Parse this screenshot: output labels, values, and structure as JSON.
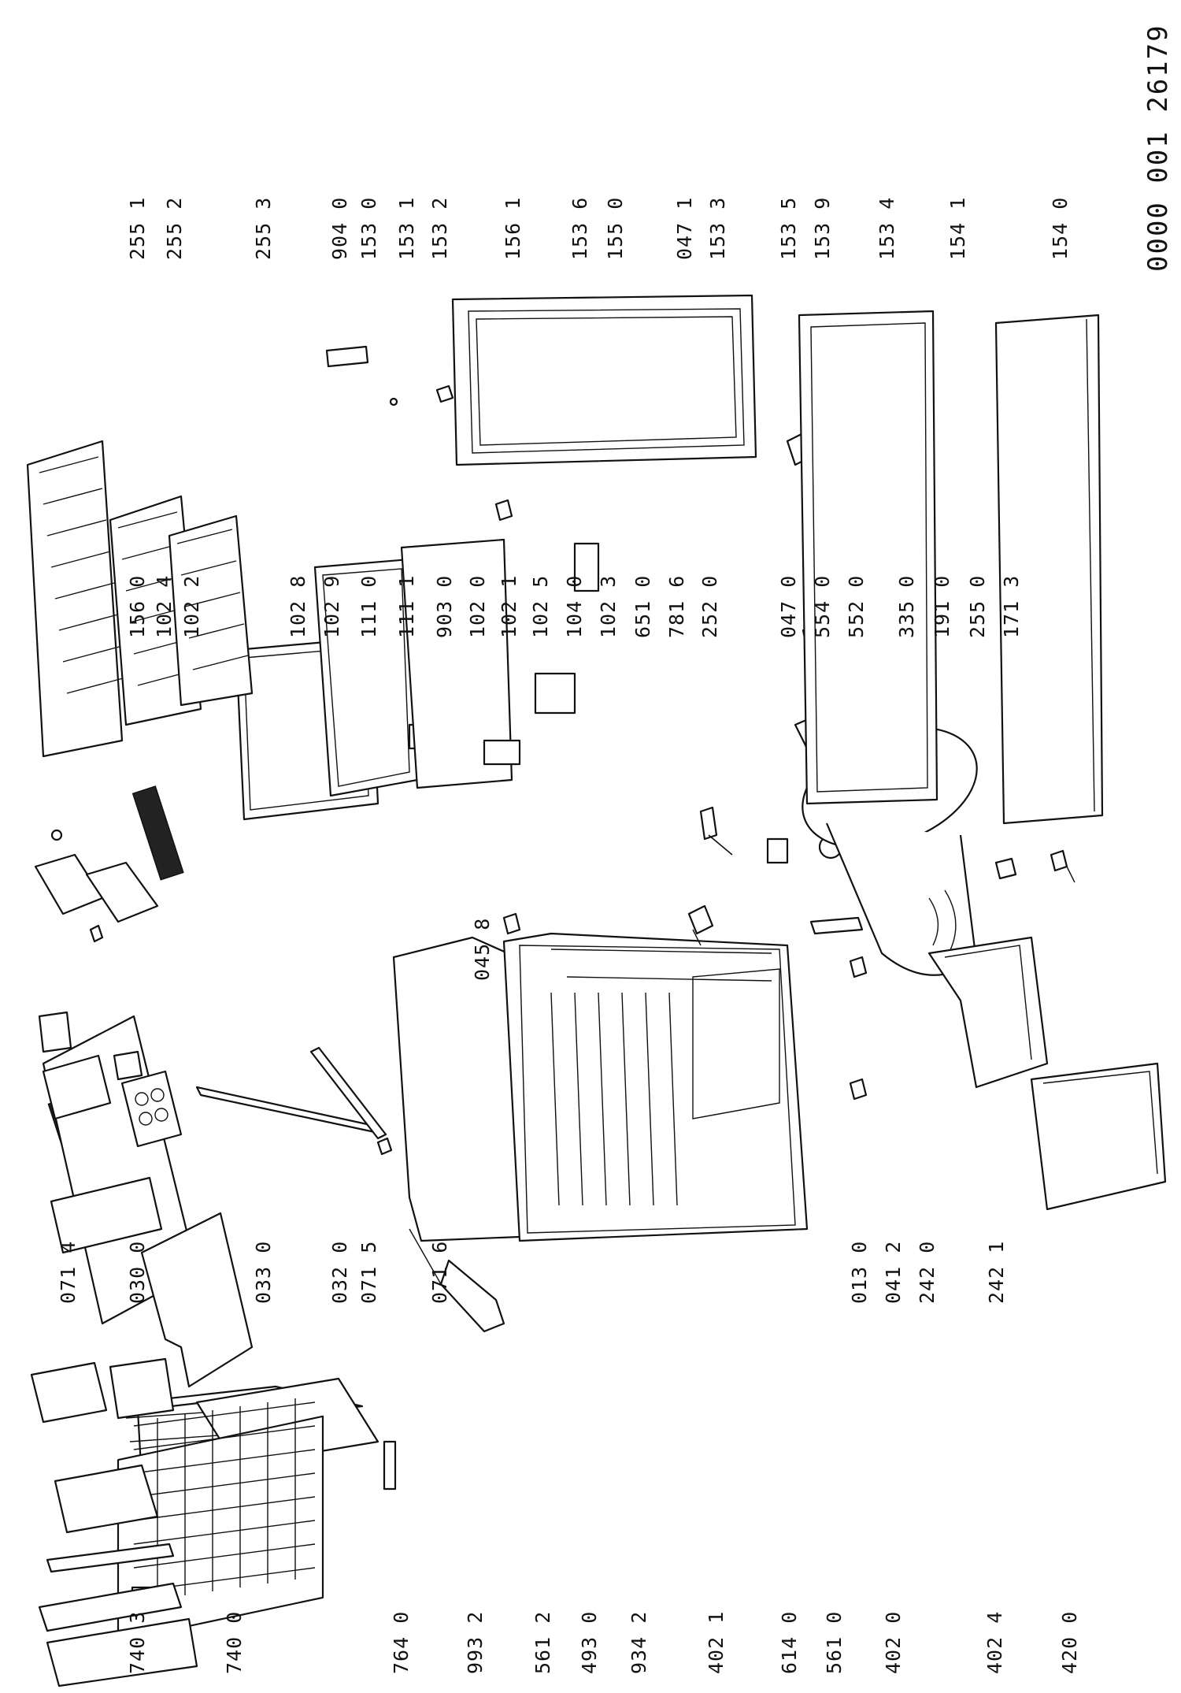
{
  "document_number": "0000 001 26179",
  "labels": {
    "l_7403": "740 3",
    "l_7400": "740 0",
    "l_7640": "764 0",
    "l_9932": "993 2",
    "l_5612": "561 2",
    "l_4930": "493 0",
    "l_9342": "934 2",
    "l_4021": "402 1",
    "l_6140": "614 0",
    "l_5610": "561 0",
    "l_4020": "402 0",
    "l_4024": "402 4",
    "l_4200": "420 0",
    "l_0714": "071 4",
    "l_0300": "030 0",
    "l_0330": "033 0",
    "l_0320": "032 0",
    "l_0715": "071 5",
    "l_0716": "071 6",
    "l_0130": "013 0",
    "l_0412": "041 2",
    "l_2420": "242 0",
    "l_2421": "242 1",
    "l_0458": "045 8",
    "l_1560": "156 0",
    "l_1024": "102 4",
    "l_1022": "102 2",
    "l_1028": "102 8",
    "l_1029": "102 9",
    "l_1110": "111 0",
    "l_1111": "111 1",
    "l_9030": "903 0",
    "l_1020": "102 0",
    "l_1021": "102 1",
    "l_1025": "102 5",
    "l_1040": "104 0",
    "l_1023": "102 3",
    "l_6510": "651 0",
    "l_7816": "781 6",
    "l_2520": "252 0",
    "l_0470": "047 0",
    "l_5540": "554 0",
    "l_5520": "552 0",
    "l_3350": "335 0",
    "l_1910": "191 0",
    "l_2550": "255 0",
    "l_1713": "171 3",
    "l_2551": "255 1",
    "l_2552": "255 2",
    "l_2553": "255 3",
    "l_9040": "904 0",
    "l_1530": "153 0",
    "l_1531": "153 1",
    "l_1532": "153 2",
    "l_1561": "156 1",
    "l_1536": "153 6",
    "l_1550": "155 0",
    "l_0471": "047 1",
    "l_1533": "153 3",
    "l_1535": "153 5",
    "l_1539": "153 9",
    "l_1534": "153 4",
    "l_1541": "154 1",
    "l_1540": "154 0"
  }
}
